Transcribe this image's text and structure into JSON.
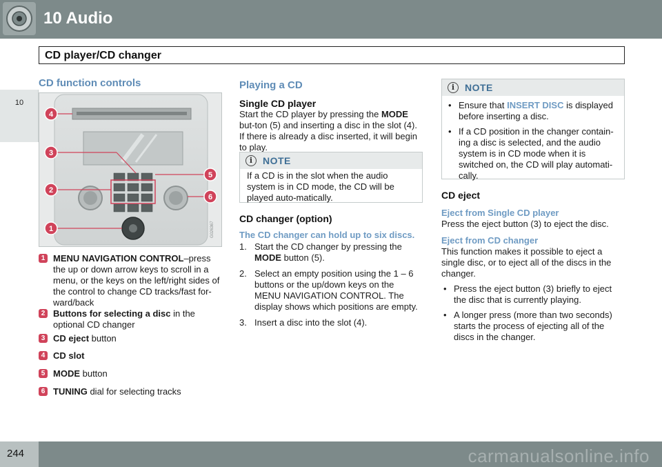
{
  "header": {
    "chapter": "10 Audio",
    "section": "CD player/CD changer",
    "side_tab": "10"
  },
  "footer": {
    "page": "244",
    "watermark": "carmanualsonline.info"
  },
  "left": {
    "title": "CD function controls",
    "image_code": "G026367",
    "callouts": [
      "4",
      "3",
      "2",
      "1",
      "5",
      "6"
    ],
    "legend": [
      {
        "num": "1",
        "bold": "MENU NAVIGATION CONTROL",
        "text": "–press the up or down arrow keys to scroll in a menu, or the keys on the left/right sides of the control to change CD tracks/fast for-ward/back"
      },
      {
        "num": "2",
        "bold": "Buttons for selecting a disc",
        "text": " in the optional CD changer"
      },
      {
        "num": "3",
        "bold": "CD eject",
        "text": " button"
      },
      {
        "num": "4",
        "bold": "CD slot",
        "text": ""
      },
      {
        "num": "5",
        "bold": "MODE",
        "text": " button"
      },
      {
        "num": "6",
        "bold": "TUNING",
        "text": " dial for selecting tracks"
      }
    ]
  },
  "middle": {
    "title": "Playing a CD",
    "sub1": "Single CD player",
    "p1a": "Start the CD player by pressing the ",
    "p1b": "MODE",
    "p1c": " but-ton (5) and inserting a disc in the slot (4). If there is already a disc inserted, it will begin to play.",
    "note_label": "NOTE",
    "note_text": "If a CD is in the slot when the audio system is in CD mode, the CD will be played auto-matically.",
    "sub2": "CD changer (option)",
    "sub3": "The CD changer can hold up to six discs.",
    "steps": [
      {
        "n": "1.",
        "a": "Start the CD changer by pressing the ",
        "b": "MODE",
        "c": " button (5)."
      },
      {
        "n": "2.",
        "a": "Select an empty position using the 1 – 6 buttons or the up/down keys on the MENU NAVIGATION CONTROL. The display shows which positions are empty.",
        "b": "",
        "c": ""
      },
      {
        "n": "3.",
        "a": "Insert a disc into the slot (4).",
        "b": "",
        "c": ""
      }
    ]
  },
  "right": {
    "note_label": "NOTE",
    "note_b1a": "Ensure that ",
    "note_b1b": "INSERT DISC",
    "note_b1c": " is displayed before inserting a disc.",
    "note_b2": "If a CD position in the changer contain-ing a disc is selected, and the audio system is in CD mode when it is switched on, the CD will play automati-cally.",
    "h_eject": "CD eject",
    "h_single": "Eject from Single CD player",
    "p_single": "Press the eject button (3) to eject the disc.",
    "h_changer": "Eject from CD changer",
    "p_changer": "This function makes it possible to eject a single disc, or to eject all of the discs in the changer.",
    "bullets": [
      "Press the eject button (3) briefly to eject the disc that is currently playing.",
      "A longer press (more than two seconds) starts the process of ejecting all of the discs in the changer."
    ]
  },
  "colors": {
    "header_bar": "#7d8a8a",
    "heading_blue": "#5f8cb6",
    "callout_red": "#d0435a"
  }
}
